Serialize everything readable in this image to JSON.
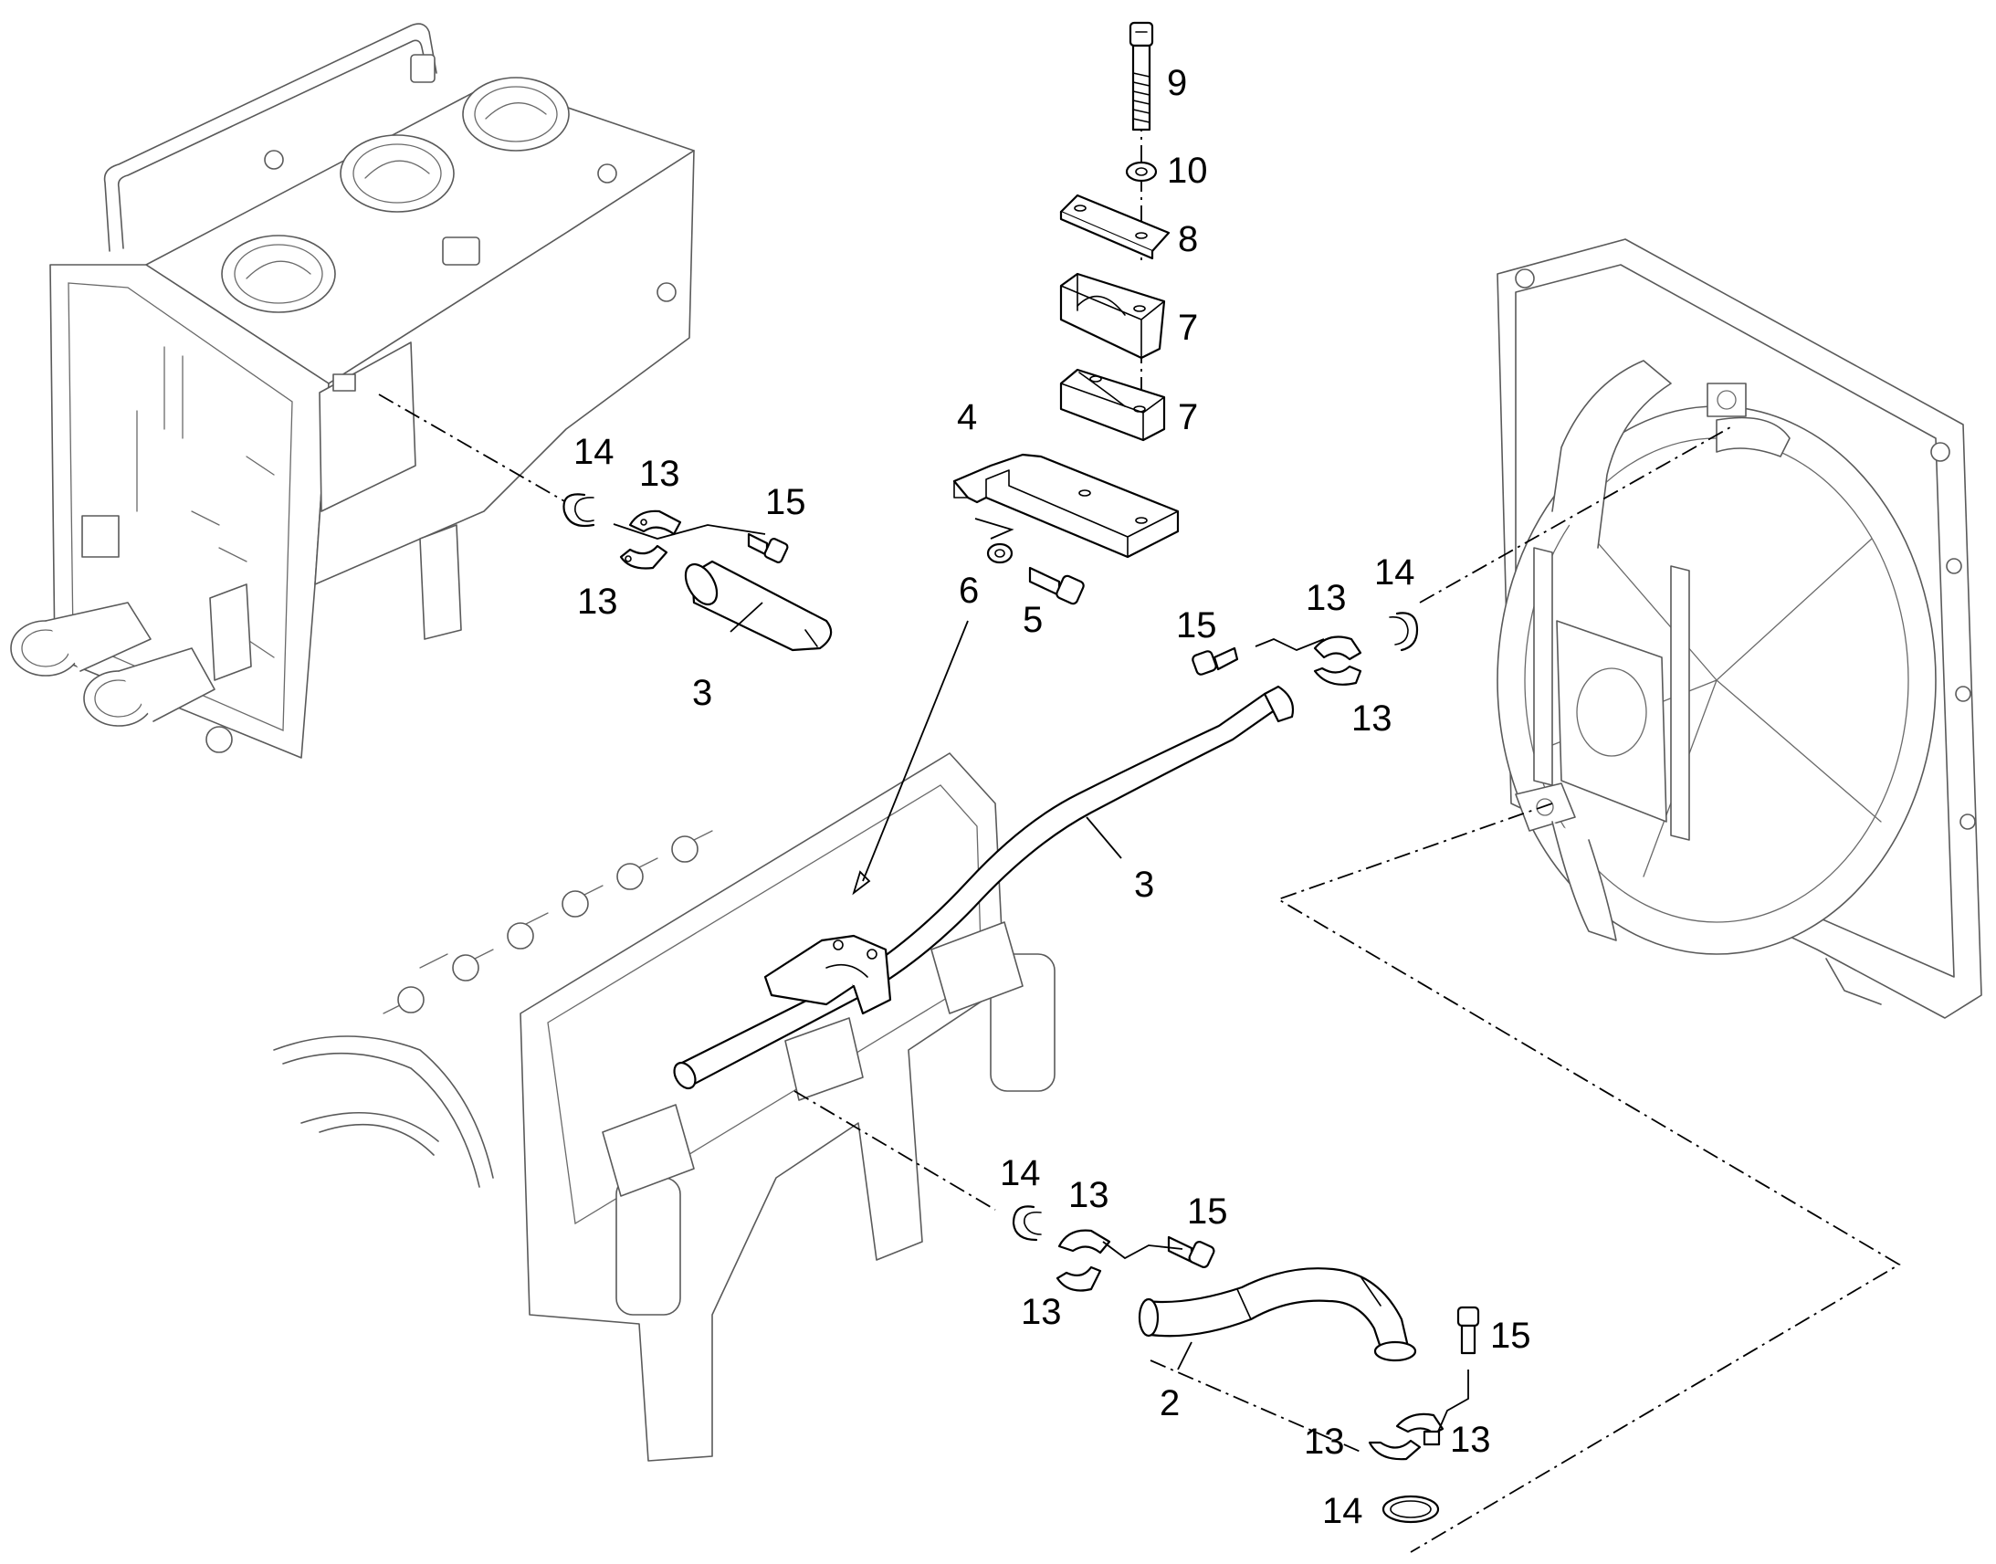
{
  "diagram": {
    "callouts": {
      "c9": "9",
      "c10": "10",
      "c8": "8",
      "c7a": "7",
      "c7b": "7",
      "c4": "4",
      "c6": "6",
      "c5": "5",
      "c14_left": "14",
      "c13_left_top": "13",
      "c13_left_bottom": "13",
      "c15_left": "15",
      "c3_left": "3",
      "c15_right": "15",
      "c13_right_top": "13",
      "c14_right": "14",
      "c13_right_bottom": "13",
      "c3_center": "3",
      "c14_bottom": "14",
      "c13_bottom_top": "13",
      "c15_bottom": "15",
      "c13_bottom_left": "13",
      "c2": "2",
      "c15_lower": "15",
      "c13_lower_left": "13",
      "c13_lower_right": "13",
      "c14_lower": "14"
    }
  }
}
